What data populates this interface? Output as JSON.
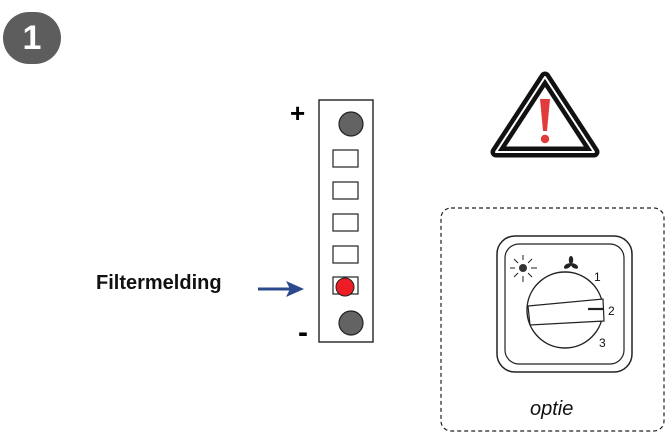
{
  "step": {
    "number": "1"
  },
  "panel": {
    "plus_sign": "+",
    "minus_sign": "-",
    "indicator_count": 5,
    "active_indicator": 5,
    "active_color": "#ee1c25"
  },
  "labels": {
    "filter_message": "Filtermelding",
    "option": "optie"
  },
  "switch": {
    "positions": [
      "1",
      "2",
      "3"
    ]
  },
  "colors": {
    "badge": "#5d5d5d",
    "arrow": "#2b4a8b",
    "warning_mark": "#e23b3b"
  }
}
